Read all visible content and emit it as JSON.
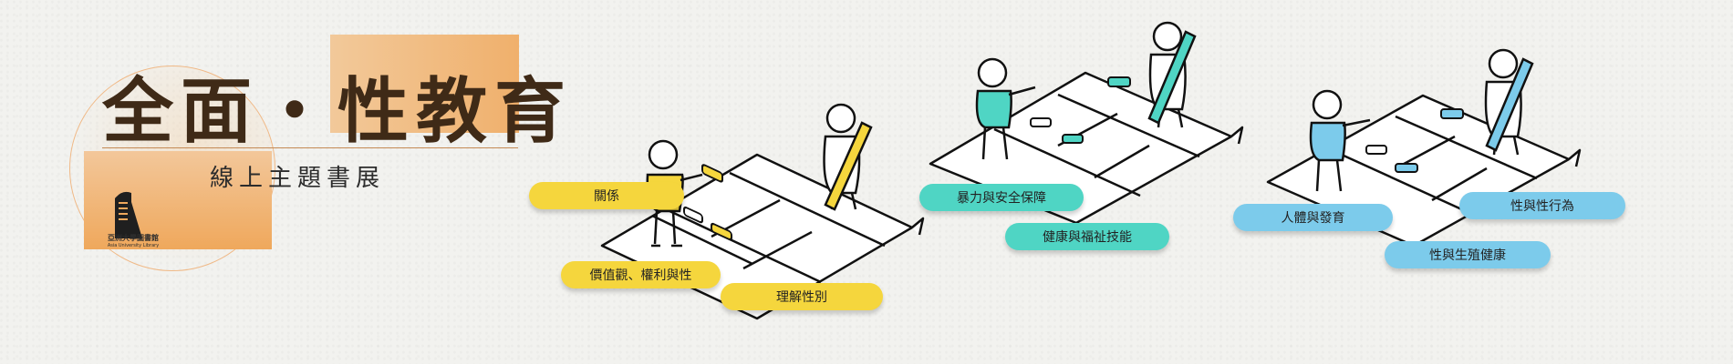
{
  "title": {
    "main": "全面・性教育",
    "subtitle": "線上主題書展"
  },
  "library": {
    "name_zh": "亞洲大學圖書館",
    "name_en": "Asia University Library"
  },
  "topics": {
    "group1": [
      "關係",
      "價值觀、權利與性",
      "理解性別"
    ],
    "group2": [
      "暴力與安全保障",
      "健康與福祉技能"
    ],
    "group3": [
      "人體與發育",
      "性與性行為",
      "性與生殖健康"
    ]
  },
  "colors": {
    "accent_orange": "#f0b06c",
    "yellow": "#f5d63d",
    "teal": "#4fd5c4",
    "blue": "#7ccbeb"
  }
}
